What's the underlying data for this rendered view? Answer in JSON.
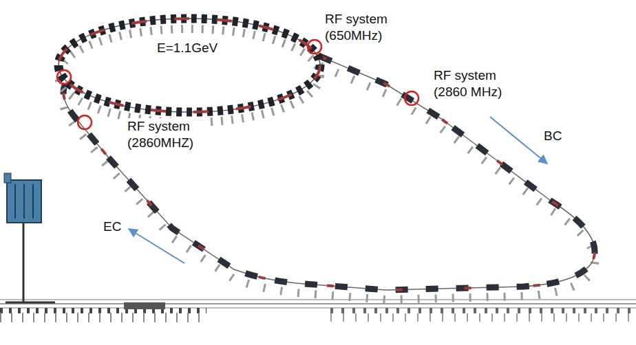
{
  "diagram": {
    "labels": [
      "RF system (650MHz)",
      "E=1.1GeV",
      "RF system (2860 MHz)",
      "RF system (2860MHZ)",
      "BC",
      "EC"
    ]
  }
}
